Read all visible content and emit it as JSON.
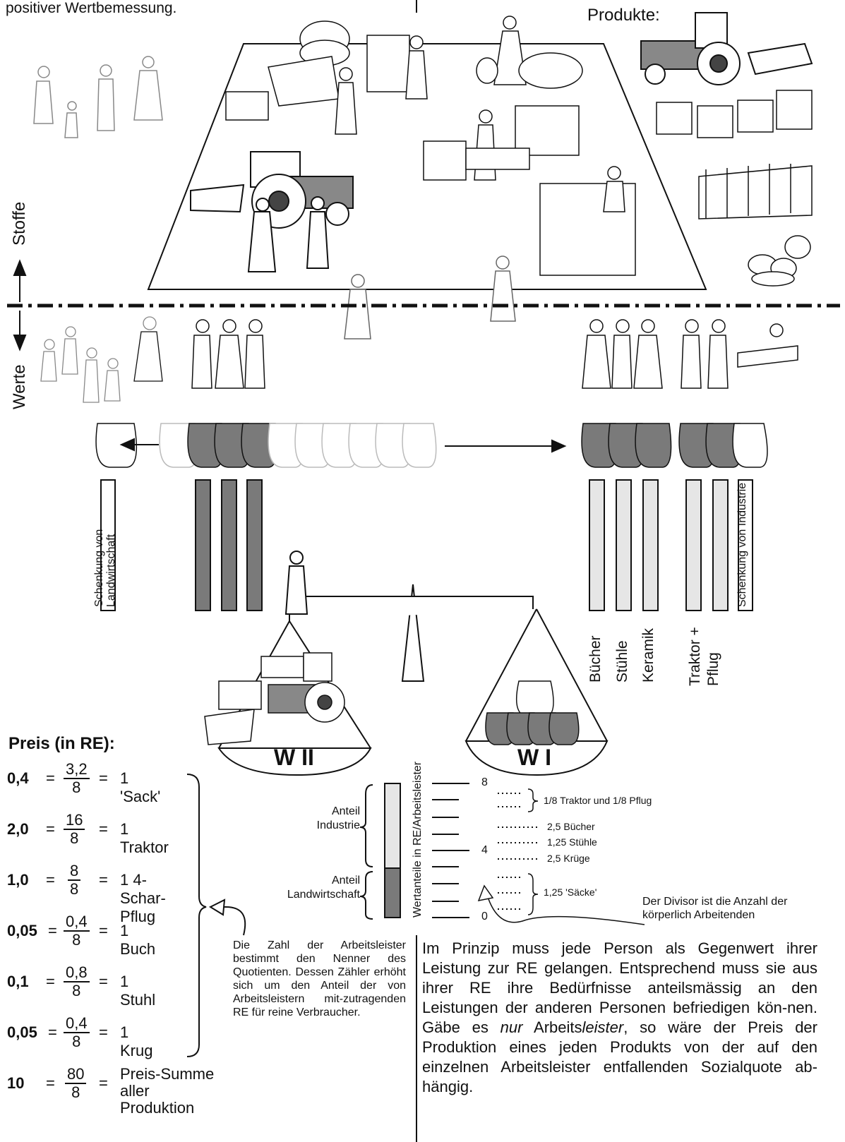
{
  "header": {
    "top_left": "positiver Wertbemessung.",
    "products": "Produkte:"
  },
  "axis": {
    "up": "Stoffe",
    "down": "Werte"
  },
  "bars_labels": {
    "gift_agri": "Schenkung von Landwirtschaft",
    "gift_industry": "Schenkung von Industrie",
    "books": "Bücher",
    "chairs": "Stühle",
    "ceramics": "Keramik",
    "tractor_plow": "Traktor + Pflug"
  },
  "scale": {
    "left": "W II",
    "right": "W I"
  },
  "prices": {
    "title": "Preis (in RE):",
    "rows": [
      {
        "value": "0,4",
        "num": "3,2",
        "den": "8",
        "item": "1 'Sack'"
      },
      {
        "value": "2,0",
        "num": "16",
        "den": "8",
        "item": "1 Traktor"
      },
      {
        "value": "1,0",
        "num": "8",
        "den": "8",
        "item": "1 4-Schar-Pflug"
      },
      {
        "value": "0,05",
        "num": "0,4",
        "den": "8",
        "item": "1 Buch"
      },
      {
        "value": "0,1",
        "num": "0,8",
        "den": "8",
        "item": "1 Stuhl"
      },
      {
        "value": "0,05",
        "num": "0,4",
        "den": "8",
        "item": "1 Krug"
      },
      {
        "value": "10",
        "num": "80",
        "den": "8",
        "item": "Preis-Summe aller Produktion"
      }
    ]
  },
  "share": {
    "axis_title": "Wertanteile in RE/Arbeitsleister",
    "industry": "Anteil Industrie",
    "agriculture": "Anteil Landwirtschaft",
    "tick_8": "8",
    "tick_4": "4",
    "tick_0": "0",
    "lab_tractor": "1/8 Traktor und 1/8 Pflug",
    "lab_books": "2,5 Bücher",
    "lab_chairs": "1,25 Stühle",
    "lab_jugs": "2,5 Krüge",
    "lab_sacks": "1,25 'Säcke'"
  },
  "notes": {
    "divisor": "Der Divisor ist die Anzahl der körperlich Arbeitenden",
    "numerator": "Die Zahl der Arbeitsleister bestimmt den Nenner des Quotienten. Dessen Zähler erhöht sich um den Anteil der von Arbeitsleistern mit-zutragenden RE für reine Verbraucher.",
    "principle_1": "Im Prinzip muss jede Person als Gegenwert ihrer Leistung zur RE gelangen. Entsprechend muss sie aus ihrer RE ihre Bedürfnisse anteilsmässig an den Leistungen der anderen Personen befriedigen kön-nen. Gäbe es ",
    "principle_nur": "nur",
    "principle_2": " Arbeits",
    "principle_leister": "leister",
    "principle_3": ", so wäre der Preis der Produktion eines jeden Produkts von der auf den einzelnen Arbeitsleister entfallenden Sozialquote ab-hängig."
  },
  "colors": {
    "dark": "#7a7a7a",
    "light": "#e6e6e6",
    "line": "#111111"
  }
}
